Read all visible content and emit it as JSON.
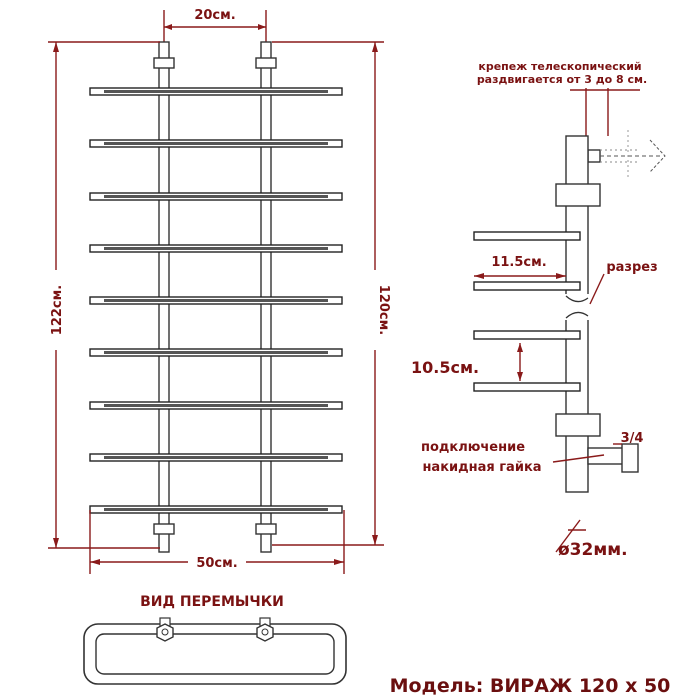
{
  "front_view": {
    "dim_top_spacing": "20см.",
    "dim_left_height": "122см.",
    "dim_right_height": "120см.",
    "dim_bottom_width": "50см.",
    "bar_count": 9
  },
  "side_view": {
    "mount_note_line1": "крепеж телескопический",
    "mount_note_line2": "раздвигается от 3 до 8 см.",
    "dim_bar_length": "11.5см.",
    "cut_label": "разрез",
    "dim_bar_gap": "10.5см.",
    "connection_line1": "подключение",
    "connection_line2": "накидная гайка",
    "thread_size": "3/4",
    "diameter": "ø32мм."
  },
  "jumper_view": {
    "title": "ВИД ПЕРЕМЫЧКИ"
  },
  "model": {
    "label": "Модель: ВИРАЖ 120 х 50"
  }
}
